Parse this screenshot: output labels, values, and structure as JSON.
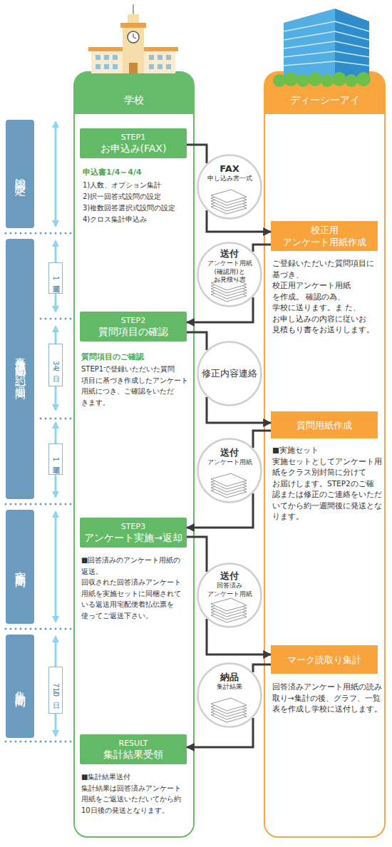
{
  "diagram": {
    "nodes": [
      {
        "text": [
          "設問設定"
        ]
      },
      {
        "text": [
          "事前準備期間(約3週間)"
        ]
      },
      {
        "text": [
          "実施期間"
        ]
      },
      {
        "text": [
          "集計期間"
        ]
      },
      {
        "text": [
          "1週間"
        ]
      },
      {
        "text": [
          "3〜4日"
        ]
      },
      {
        "text": [
          "1週間"
        ]
      },
      {
        "text": [
          "7〜10日"
        ]
      },
      {
        "text": [
          "学校"
        ]
      },
      {
        "text": [
          "STEP1",
          "お申込み(FAX)"
        ],
        "in": 8
      },
      {
        "text": [
          "STEP2",
          "質問項目の確認"
        ],
        "in": 8
      },
      {
        "text": [
          "STEP3",
          "アンケート実施→返却"
        ],
        "in": 8
      },
      {
        "text": [
          "RESULT",
          "集計結果受領"
        ],
        "in": 8
      },
      {
        "text": [
          "ディーシーアイ"
        ]
      },
      {
        "text": [
          "校正用 アンケート用紙作成"
        ],
        "in": 13
      },
      {
        "text": [
          "質問用紙作成"
        ],
        "in": 13
      },
      {
        "text": [
          "マーク読取り集計"
        ],
        "in": 13
      },
      {
        "text": [
          "FAX",
          "申し込み書一式"
        ]
      },
      {
        "text": [
          "送付",
          "アンケート用紙 (確認用)と お見積り書"
        ]
      },
      {
        "text": [
          "修正内容連絡"
        ]
      },
      {
        "text": [
          "送付",
          "アンケート用紙"
        ]
      },
      {
        "text": [
          "送付",
          "回答済み アンケート用紙"
        ]
      },
      {
        "text": [
          "納品",
          "集計結果"
        ]
      }
    ],
    "edges": [
      {
        "from": 9,
        "to": 17,
        "arrow": "none"
      },
      {
        "from": 17,
        "to": 14,
        "arrow": "to"
      },
      {
        "from": 14,
        "to": 18,
        "arrow": "none"
      },
      {
        "from": 18,
        "to": 10,
        "arrow": "to"
      },
      {
        "from": 10,
        "to": 19,
        "arrow": "none"
      },
      {
        "from": 19,
        "to": 15,
        "arrow": "to"
      },
      {
        "from": 15,
        "to": 20,
        "arrow": "none"
      },
      {
        "from": 20,
        "to": 11,
        "arrow": "to"
      },
      {
        "from": 11,
        "to": 21,
        "arrow": "none"
      },
      {
        "from": 21,
        "to": 16,
        "arrow": "to"
      },
      {
        "from": 16,
        "to": 22,
        "arrow": "none"
      },
      {
        "from": 22,
        "to": 12,
        "arrow": "to"
      }
    ],
    "labels": [
      "申込書1/4～4/4",
      "1)人数、オプション集計",
      "2)択一回答式設問の設定",
      "3)複数回答選択式設問の設定",
      "4)クロス集計申込み",
      "ご登録いただいた質問項目に 基づき、校正用アンケート用紙 を作成。 確認の為、学校に送ります。ま た、お申し込みの内容に従いお 見積もり書をお送りします。",
      "質問項目のご確認",
      "STEP1で登録いただいた質問 項目に基づき作成したアンケート 用紙につき、ご確認をいただ きます。",
      "■実施セット 実施セットとしてアンケート用 紙をクラス別封筒に分けて お届けします。STEP2のご確 認または修正のご連絡をいただ いてから約一週間後に発送とな ります。",
      "■回答済みのアンケート用紙の 返送。 回収された回答済みアンケート 用紙を実施セットに同梱されて いる返送用宅配便着払伝票を 使ってご返送下さい。",
      "回答済みアンケート用紙の読み 取り→集計の後、グラフ、一覧 表を作成し学校に送付します。",
      "■集計結果送付 集計結果は回答済みアンケート 用紙をご返送いただいてから約 10日後の発送となります。"
    ]
  }
}
